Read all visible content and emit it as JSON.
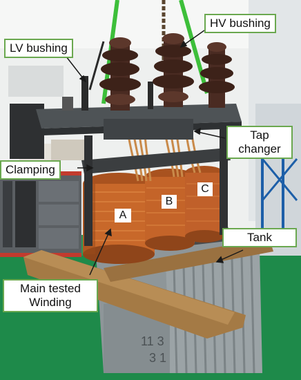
{
  "labels": {
    "lv_bushing": "LV bushing",
    "hv_bushing": "HV bushing",
    "tap_changer_line1": "Tap",
    "tap_changer_line2": "changer",
    "clamping": "Clamping",
    "tank": "Tank",
    "main_winding_line1": "Main tested",
    "main_winding_line2": "Winding"
  },
  "phases": {
    "a": "A",
    "b": "B",
    "c": "C"
  },
  "tank_marking": {
    "line1": "11 3",
    "line2": "3 1"
  },
  "colors": {
    "callout_border": "#6aa84f",
    "copper": "#c8682a",
    "bushing": "#4a2b22",
    "tank": "#8e9699",
    "floor": "#1e8a4a",
    "wood": "#a47a45",
    "arrow": "#1a1a1a"
  }
}
